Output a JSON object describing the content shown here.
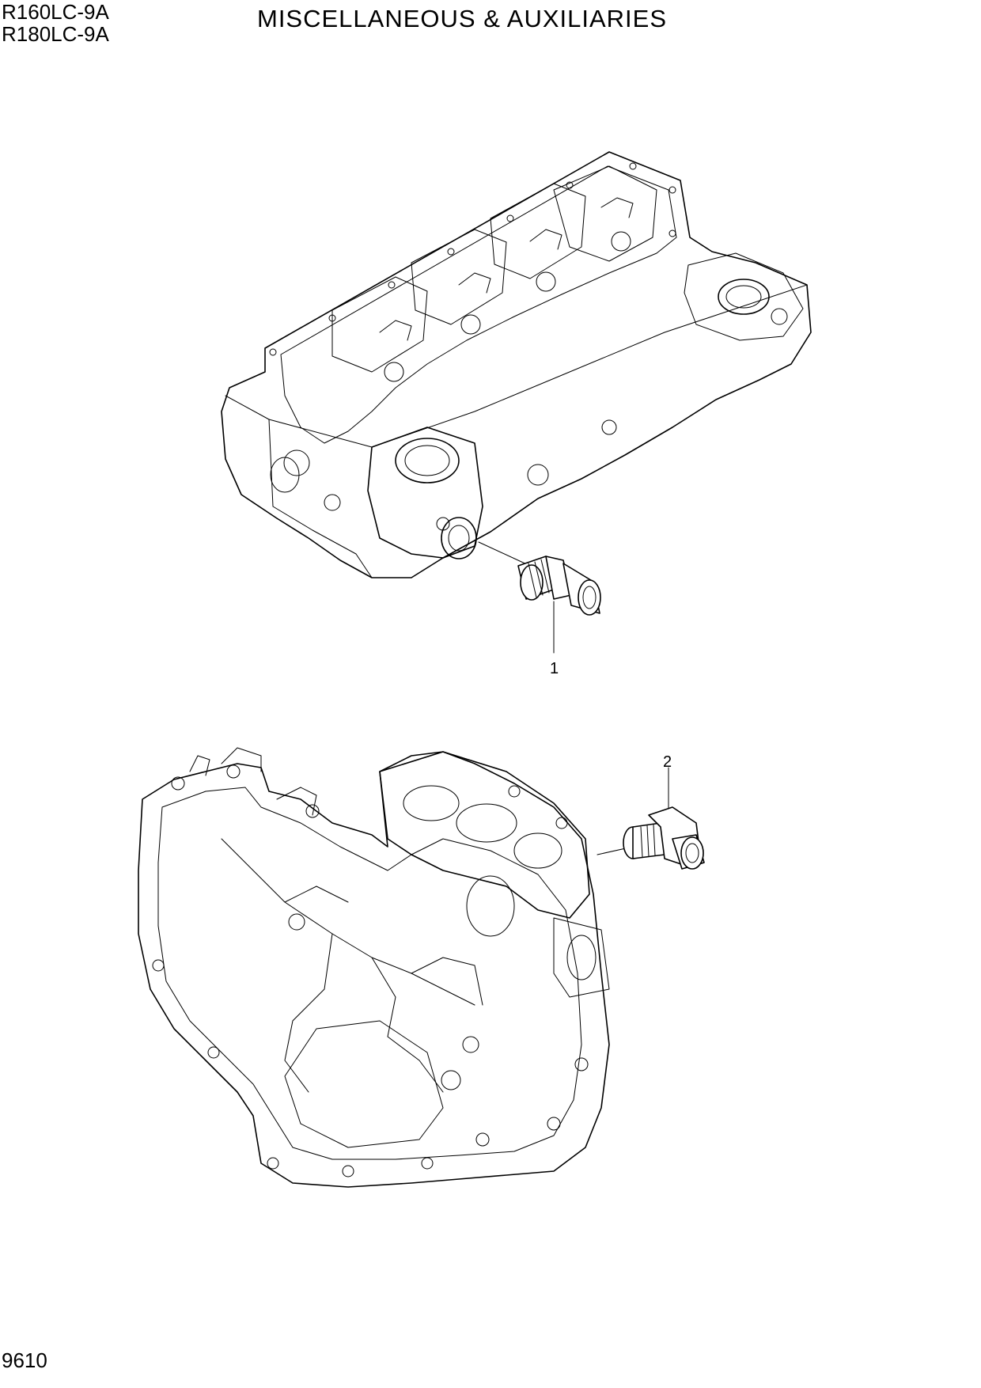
{
  "header": {
    "models": [
      "R160LC-9A",
      "R180LC-9A"
    ],
    "title": "MISCELLANEOUS & AUXILIARIES"
  },
  "footer": {
    "page_number": "9610"
  },
  "callouts": [
    {
      "label": "1",
      "part": "fitting-straight"
    },
    {
      "label": "2",
      "part": "fitting-elbow"
    }
  ]
}
